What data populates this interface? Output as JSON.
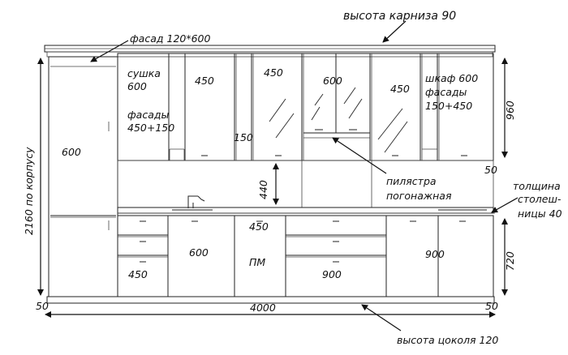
{
  "labels": {
    "cornice_height": "высота карниза 90",
    "facade": "фасад 120*600",
    "dryer_line1": "сушка",
    "dryer_line2": "600",
    "facades_line1": "фасады",
    "facades_line2": "450+150",
    "upper_450_a": "450",
    "upper_450_b": "450",
    "upper_450_c": "450",
    "upper_600": "600",
    "upper_150": "150",
    "cabinet_line1": "шкаф 600",
    "cabinet_line2": "фасады",
    "cabinet_line3": "150+450",
    "tall_600": "600",
    "height_960": "960",
    "total_height": "2160 по корпусу",
    "gap_440": "440",
    "right_50_top": "50",
    "pilaster_line1": "пилястра",
    "pilaster_line2": "погонажная",
    "countertop_line1": "толщина",
    "countertop_line2": "столеш-",
    "countertop_line3": "ницы 40",
    "lower_600": "600",
    "lower_450_pm_line1": "450",
    "lower_450_pm_line2": "ПМ",
    "lower_900_a": "900",
    "lower_900_b": "900",
    "lower_450": "450",
    "height_720": "720",
    "left_50": "50",
    "right_50_bottom": "50",
    "total_width": "4000",
    "plinth_height": "высота цоколя 120"
  }
}
